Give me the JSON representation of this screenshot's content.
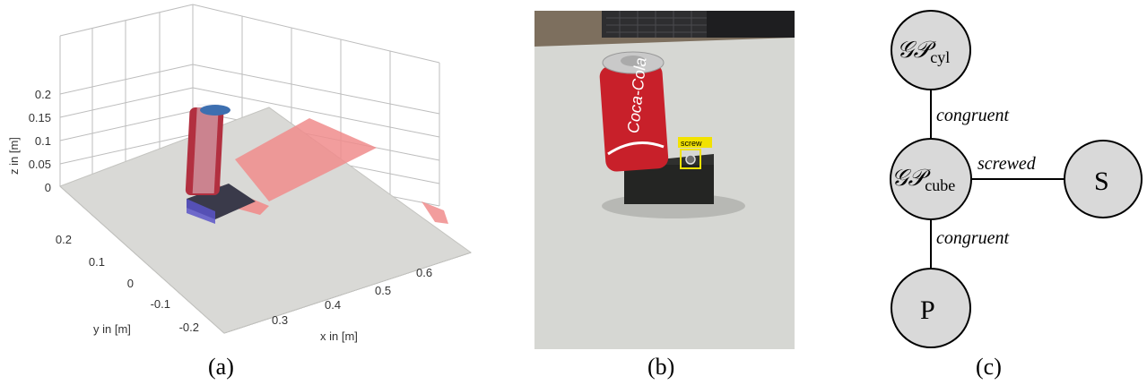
{
  "panel_a": {
    "caption": "(a)",
    "z_axis": {
      "label": "z in [m]",
      "ticks": [
        "0",
        "0.05",
        "0.1",
        "0.15",
        "0.2"
      ]
    },
    "y_axis": {
      "label": "y in [m]",
      "ticks": [
        "0.2",
        "0.1",
        "0",
        "-0.1",
        "-0.2"
      ]
    },
    "x_axis": {
      "label": "x in [m]",
      "ticks": [
        "0.3",
        "0.4",
        "0.5",
        "0.6"
      ]
    }
  },
  "panel_b": {
    "caption": "(b)",
    "detection_label": "screw",
    "can_brand_text": "Coca-Cola"
  },
  "panel_c": {
    "caption": "(c)",
    "nodes": {
      "cyl": {
        "main": "𝒢𝒫",
        "sub": "cyl"
      },
      "cube": {
        "main": "𝒢𝒫",
        "sub": "cube"
      },
      "S": "S",
      "P": "P"
    },
    "edges": {
      "cyl_cube": "congruent",
      "cube_S": "screwed",
      "cube_P": "congruent"
    }
  },
  "colors": {
    "table": "#d9d9d6",
    "table_highlight": "#f08c8c",
    "can_red": "#c8202a",
    "block": "#333333",
    "detection_box": "#f2e200",
    "node_fill": "#d9d9d9"
  }
}
